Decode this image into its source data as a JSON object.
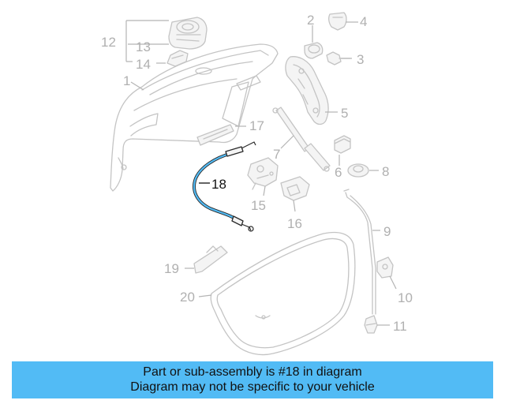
{
  "highlight_color": "#52bbf5",
  "callouts": {
    "c1": "1",
    "c2": "2",
    "c3": "3",
    "c4": "4",
    "c5": "5",
    "c6": "6",
    "c7": "7",
    "c8": "8",
    "c9": "9",
    "c10": "10",
    "c11": "11",
    "c12": "12",
    "c13": "13",
    "c14": "14",
    "c15": "15",
    "c16": "16",
    "c17": "17",
    "c18": "18",
    "c19": "19",
    "c20": "20"
  },
  "banner": {
    "line1": "Part or sub-assembly is #18 in diagram",
    "line2": "Diagram may not be specific to your vehicle"
  }
}
